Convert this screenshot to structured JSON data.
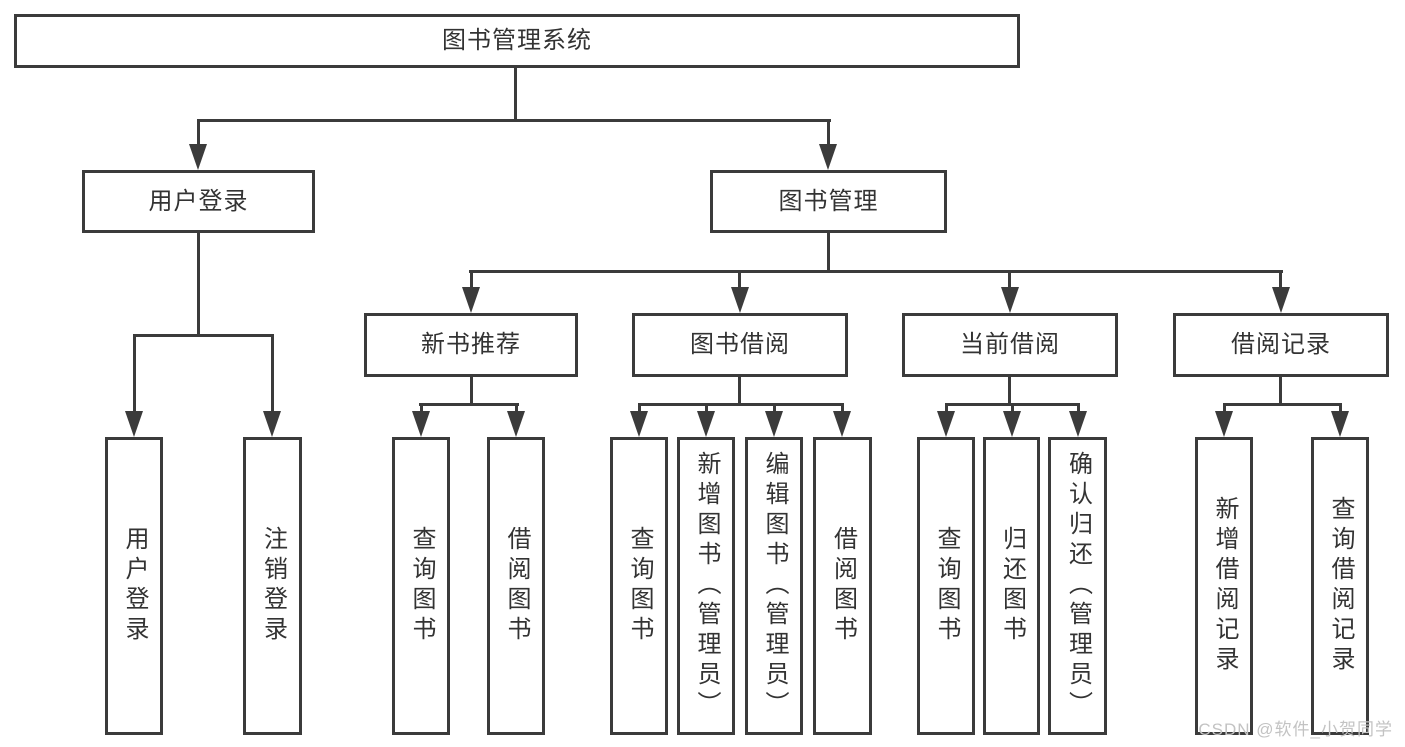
{
  "diagram": {
    "root": {
      "label": "图书管理系统"
    },
    "level2": [
      {
        "id": "user-login",
        "label": "用户登录",
        "children": [
          {
            "label": "用户登录"
          },
          {
            "label": "注销登录"
          }
        ]
      },
      {
        "id": "book-management",
        "label": "图书管理",
        "children": [
          {
            "id": "new-book-recommend",
            "label": "新书推荐",
            "children": [
              {
                "label": "查询图书"
              },
              {
                "label": "借阅图书"
              }
            ]
          },
          {
            "id": "book-borrow",
            "label": "图书借阅",
            "children": [
              {
                "label": "查询图书"
              },
              {
                "label": "新增图书（管理员）"
              },
              {
                "label": "编辑图书（管理员）"
              },
              {
                "label": "借阅图书"
              }
            ]
          },
          {
            "id": "current-borrow",
            "label": "当前借阅",
            "children": [
              {
                "label": "查询图书"
              },
              {
                "label": "归还图书"
              },
              {
                "label": "确认归还（管理员）"
              }
            ]
          },
          {
            "id": "borrow-record",
            "label": "借阅记录",
            "children": [
              {
                "label": "新增借阅记录"
              },
              {
                "label": "查询借阅记录"
              }
            ]
          }
        ]
      }
    ]
  },
  "watermark": {
    "text": "CSDN @软件_小贺同学"
  },
  "colors": {
    "line": "#3b3b3b",
    "text": "#333333",
    "box_background": "#ffffff",
    "watermark": "#c3c3c3"
  }
}
